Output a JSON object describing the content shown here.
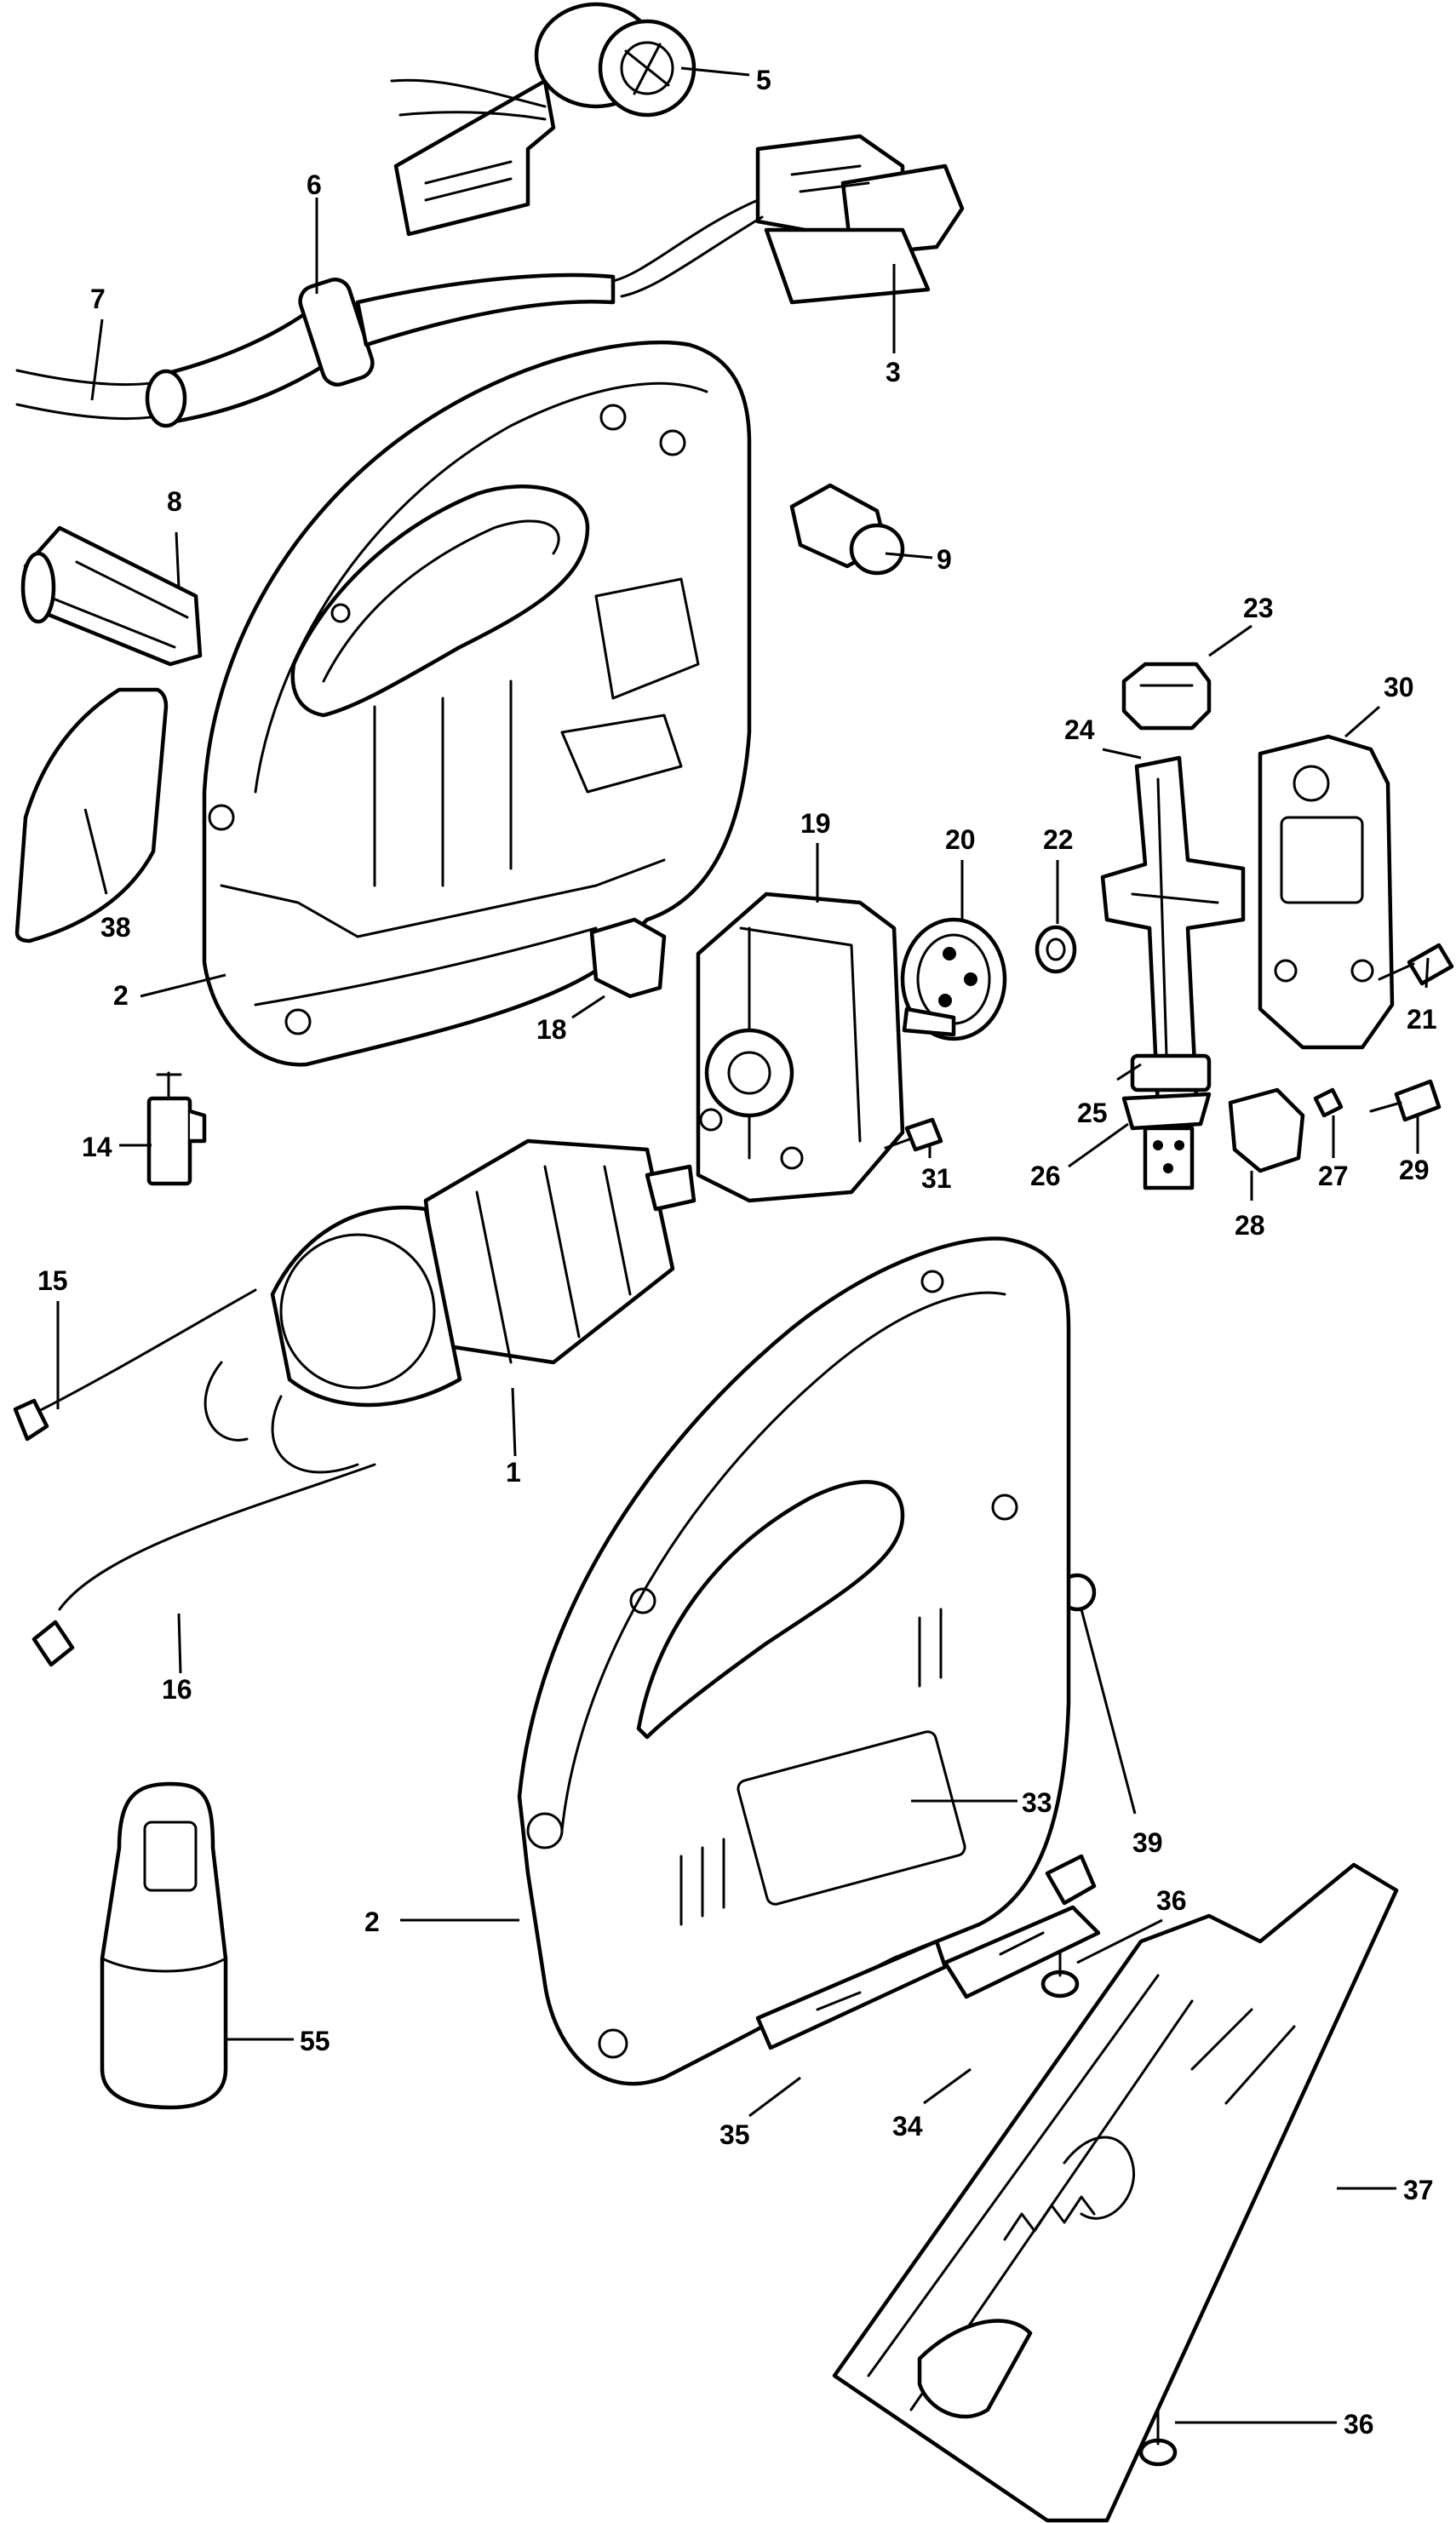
{
  "colors": {
    "ink": "#000000",
    "paper": "#ffffff"
  },
  "parts": [
    {
      "id": "p5",
      "label": "5"
    },
    {
      "id": "p6",
      "label": "6"
    },
    {
      "id": "p7",
      "label": "7"
    },
    {
      "id": "p3",
      "label": "3"
    },
    {
      "id": "p8",
      "label": "8"
    },
    {
      "id": "p9",
      "label": "9"
    },
    {
      "id": "p23",
      "label": "23"
    },
    {
      "id": "p30",
      "label": "30"
    },
    {
      "id": "p24",
      "label": "24"
    },
    {
      "id": "p19",
      "label": "19"
    },
    {
      "id": "p20",
      "label": "20"
    },
    {
      "id": "p22",
      "label": "22"
    },
    {
      "id": "p38",
      "label": "38"
    },
    {
      "id": "p2a",
      "label": "2"
    },
    {
      "id": "p18",
      "label": "18"
    },
    {
      "id": "p21",
      "label": "21"
    },
    {
      "id": "p14",
      "label": "14"
    },
    {
      "id": "p25",
      "label": "25"
    },
    {
      "id": "p26",
      "label": "26"
    },
    {
      "id": "p27",
      "label": "27"
    },
    {
      "id": "p29",
      "label": "29"
    },
    {
      "id": "p31",
      "label": "31"
    },
    {
      "id": "p28",
      "label": "28"
    },
    {
      "id": "p15",
      "label": "15"
    },
    {
      "id": "p1",
      "label": "1"
    },
    {
      "id": "p16",
      "label": "16"
    },
    {
      "id": "p33",
      "label": "33"
    },
    {
      "id": "p39",
      "label": "39"
    },
    {
      "id": "p2b",
      "label": "2"
    },
    {
      "id": "p55",
      "label": "55"
    },
    {
      "id": "p36a",
      "label": "36"
    },
    {
      "id": "p35",
      "label": "35"
    },
    {
      "id": "p34",
      "label": "34"
    },
    {
      "id": "p37",
      "label": "37"
    },
    {
      "id": "p36b",
      "label": "36"
    }
  ]
}
